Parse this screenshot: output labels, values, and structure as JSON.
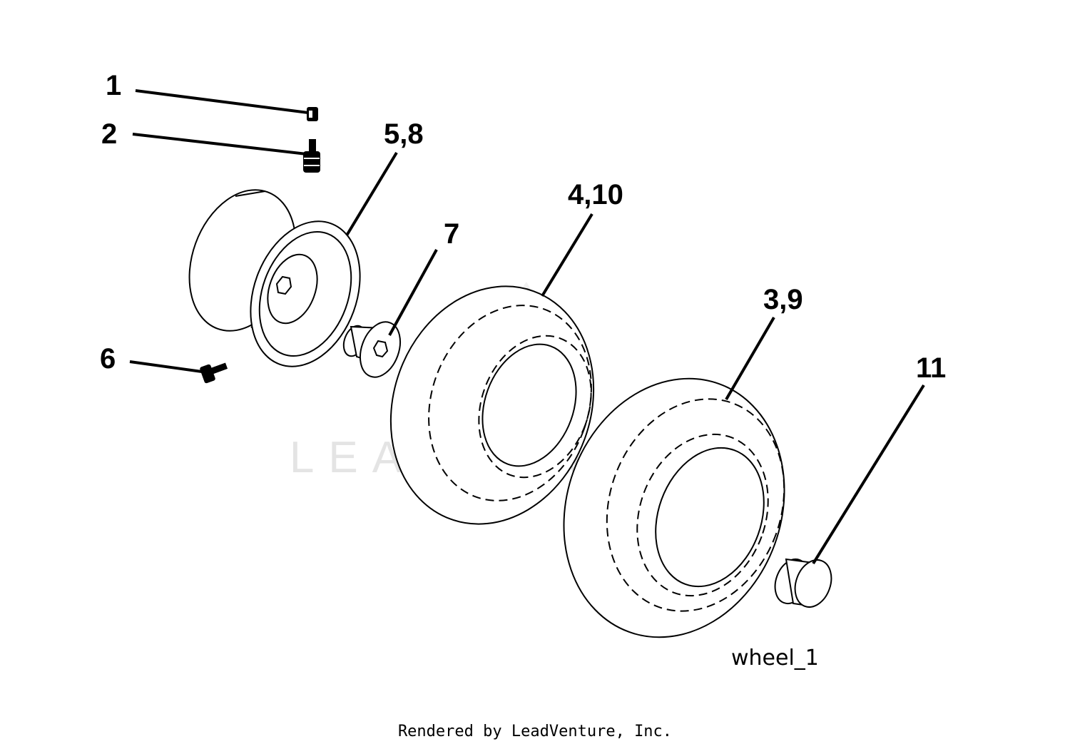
{
  "callouts": {
    "c1": "1",
    "c2": "2",
    "c58": "5,8",
    "c6": "6",
    "c7": "7",
    "c410": "4,10",
    "c39": "3,9",
    "c11": "11"
  },
  "caption": "wheel_1",
  "watermark": "LEADVENTURE",
  "footer": "Rendered by LeadVenture, Inc."
}
